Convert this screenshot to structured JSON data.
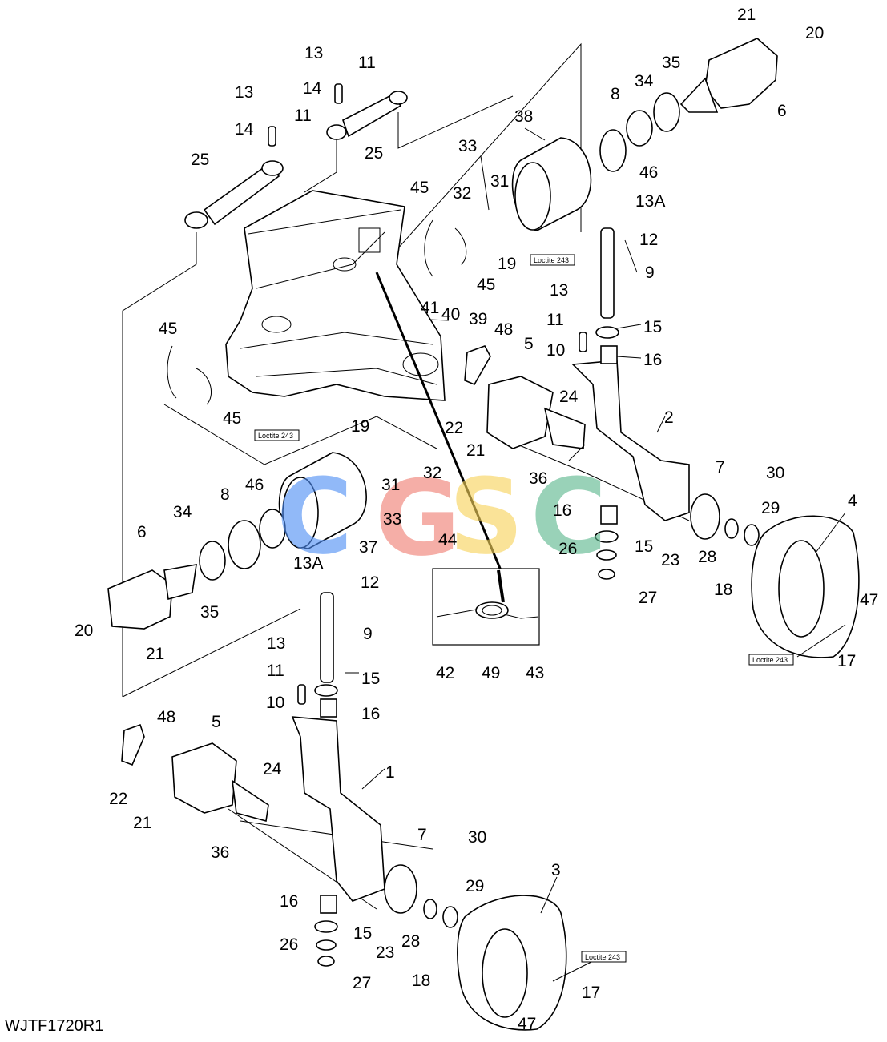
{
  "figure_id": "WJTF1720R1",
  "watermark": {
    "letters": [
      "C",
      "G",
      "S",
      "C"
    ],
    "colors": [
      "#4f8ff5",
      "#f07e72",
      "#f7d35a",
      "#5cb88e"
    ]
  },
  "loctite_label": "Loctite 243",
  "callouts": [
    {
      "id": "c-21-top",
      "text": "21"
    },
    {
      "id": "c-20-top",
      "text": "20"
    },
    {
      "id": "c-35-top",
      "text": "35"
    },
    {
      "id": "c-34-top",
      "text": "34"
    },
    {
      "id": "c-8-top",
      "text": "8"
    },
    {
      "id": "c-6-top",
      "text": "6"
    },
    {
      "id": "c-46-top",
      "text": "46"
    },
    {
      "id": "c-38",
      "text": "38"
    },
    {
      "id": "c-33-top",
      "text": "33"
    },
    {
      "id": "c-32-top",
      "text": "32"
    },
    {
      "id": "c-31-top",
      "text": "31"
    },
    {
      "id": "c-13a-top",
      "text": "13A"
    },
    {
      "id": "c-12-top",
      "text": "12"
    },
    {
      "id": "c-19-top",
      "text": "19"
    },
    {
      "id": "c-9-top",
      "text": "9"
    },
    {
      "id": "c-13-rt",
      "text": "13"
    },
    {
      "id": "c-11-rt",
      "text": "11"
    },
    {
      "id": "c-15-rt",
      "text": "15"
    },
    {
      "id": "c-10-rt",
      "text": "10"
    },
    {
      "id": "c-16-rt",
      "text": "16"
    },
    {
      "id": "c-13-t1",
      "text": "13"
    },
    {
      "id": "c-11-t1",
      "text": "11"
    },
    {
      "id": "c-14-t1",
      "text": "14"
    },
    {
      "id": "c-13-t2",
      "text": "13"
    },
    {
      "id": "c-11-t2",
      "text": "11"
    },
    {
      "id": "c-14-t2",
      "text": "14"
    },
    {
      "id": "c-25-r",
      "text": "25"
    },
    {
      "id": "c-25-l",
      "text": "25"
    },
    {
      "id": "c-45-a",
      "text": "45"
    },
    {
      "id": "c-45-b",
      "text": "45"
    },
    {
      "id": "c-45-c",
      "text": "45"
    },
    {
      "id": "c-45-d",
      "text": "45"
    },
    {
      "id": "c-41",
      "text": "41"
    },
    {
      "id": "c-40",
      "text": "40"
    },
    {
      "id": "c-39",
      "text": "39"
    },
    {
      "id": "c-48-top",
      "text": "48"
    },
    {
      "id": "c-5-top",
      "text": "5"
    },
    {
      "id": "c-24-top",
      "text": "24"
    },
    {
      "id": "c-22-top",
      "text": "22"
    },
    {
      "id": "c-21-mid",
      "text": "21"
    },
    {
      "id": "c-2",
      "text": "2"
    },
    {
      "id": "c-36-top",
      "text": "36"
    },
    {
      "id": "c-19-mid",
      "text": "19"
    },
    {
      "id": "c-31-mid",
      "text": "31"
    },
    {
      "id": "c-32-mid",
      "text": "32"
    },
    {
      "id": "c-33-mid",
      "text": "33"
    },
    {
      "id": "c-8-mid",
      "text": "8"
    },
    {
      "id": "c-46-mid",
      "text": "46"
    },
    {
      "id": "c-34-mid",
      "text": "34"
    },
    {
      "id": "c-6-mid",
      "text": "6"
    },
    {
      "id": "c-37",
      "text": "37"
    },
    {
      "id": "c-13a-mid",
      "text": "13A"
    },
    {
      "id": "c-12-mid",
      "text": "12"
    },
    {
      "id": "c-35-mid",
      "text": "35"
    },
    {
      "id": "c-20-mid",
      "text": "20"
    },
    {
      "id": "c-21-low",
      "text": "21"
    },
    {
      "id": "c-7-rt",
      "text": "7"
    },
    {
      "id": "c-30-rt",
      "text": "30"
    },
    {
      "id": "c-4",
      "text": "4"
    },
    {
      "id": "c-29-rt",
      "text": "29"
    },
    {
      "id": "c-16-rt2",
      "text": "16"
    },
    {
      "id": "c-15-rt2",
      "text": "15"
    },
    {
      "id": "c-26-rt",
      "text": "26"
    },
    {
      "id": "c-27-rt",
      "text": "27"
    },
    {
      "id": "c-23-rt",
      "text": "23"
    },
    {
      "id": "c-28-rt",
      "text": "28"
    },
    {
      "id": "c-18-rt",
      "text": "18"
    },
    {
      "id": "c-47-rt",
      "text": "47"
    },
    {
      "id": "c-17-rt",
      "text": "17"
    },
    {
      "id": "c-44",
      "text": "44"
    },
    {
      "id": "c-42",
      "text": "42"
    },
    {
      "id": "c-49",
      "text": "49"
    },
    {
      "id": "c-43",
      "text": "43"
    },
    {
      "id": "c-9-low",
      "text": "9"
    },
    {
      "id": "c-13-low",
      "text": "13"
    },
    {
      "id": "c-11-low",
      "text": "11"
    },
    {
      "id": "c-15-low",
      "text": "15"
    },
    {
      "id": "c-10-low",
      "text": "10"
    },
    {
      "id": "c-16-low",
      "text": "16"
    },
    {
      "id": "c-48-low",
      "text": "48"
    },
    {
      "id": "c-5-low",
      "text": "5"
    },
    {
      "id": "c-24-low",
      "text": "24"
    },
    {
      "id": "c-1",
      "text": "1"
    },
    {
      "id": "c-22-low",
      "text": "22"
    },
    {
      "id": "c-21-low2",
      "text": "21"
    },
    {
      "id": "c-36-low",
      "text": "36"
    },
    {
      "id": "c-7-low",
      "text": "7"
    },
    {
      "id": "c-30-low",
      "text": "30"
    },
    {
      "id": "c-3",
      "text": "3"
    },
    {
      "id": "c-29-low",
      "text": "29"
    },
    {
      "id": "c-16-low2",
      "text": "16"
    },
    {
      "id": "c-15-low2",
      "text": "15"
    },
    {
      "id": "c-26-low",
      "text": "26"
    },
    {
      "id": "c-23-low",
      "text": "23"
    },
    {
      "id": "c-28-low",
      "text": "28"
    },
    {
      "id": "c-27-low",
      "text": "27"
    },
    {
      "id": "c-18-low",
      "text": "18"
    },
    {
      "id": "c-17-low",
      "text": "17"
    },
    {
      "id": "c-47-low",
      "text": "47"
    }
  ]
}
